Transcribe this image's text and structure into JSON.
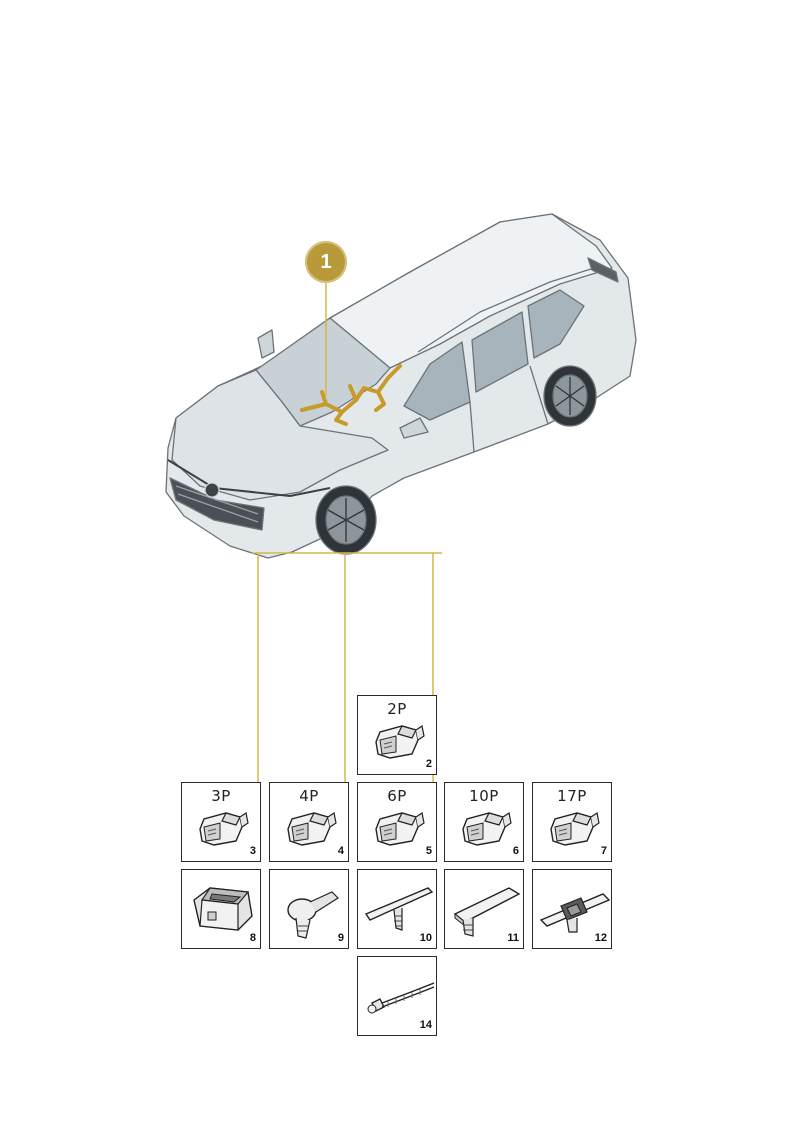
{
  "callout": {
    "label": "1"
  },
  "colors": {
    "accent": "#b89a3a",
    "leader": "#d4b84a",
    "harness": "#c79a2a",
    "outline": "#2a2a2a"
  },
  "parts": [
    {
      "num": "2",
      "code": "2P",
      "kind": "connector"
    },
    {
      "num": "3",
      "code": "3P",
      "kind": "connector"
    },
    {
      "num": "4",
      "code": "4P",
      "kind": "connector"
    },
    {
      "num": "5",
      "code": "6P",
      "kind": "connector"
    },
    {
      "num": "6",
      "code": "10P",
      "kind": "connector"
    },
    {
      "num": "7",
      "code": "17P",
      "kind": "connector"
    },
    {
      "num": "8",
      "code": "",
      "kind": "housing"
    },
    {
      "num": "9",
      "code": "",
      "kind": "clip-round"
    },
    {
      "num": "10",
      "code": "",
      "kind": "strip-clip"
    },
    {
      "num": "11",
      "code": "",
      "kind": "strip-clip-wide"
    },
    {
      "num": "12",
      "code": "",
      "kind": "strip-clip-block"
    },
    {
      "num": "14",
      "code": "",
      "kind": "cable-tie"
    }
  ]
}
